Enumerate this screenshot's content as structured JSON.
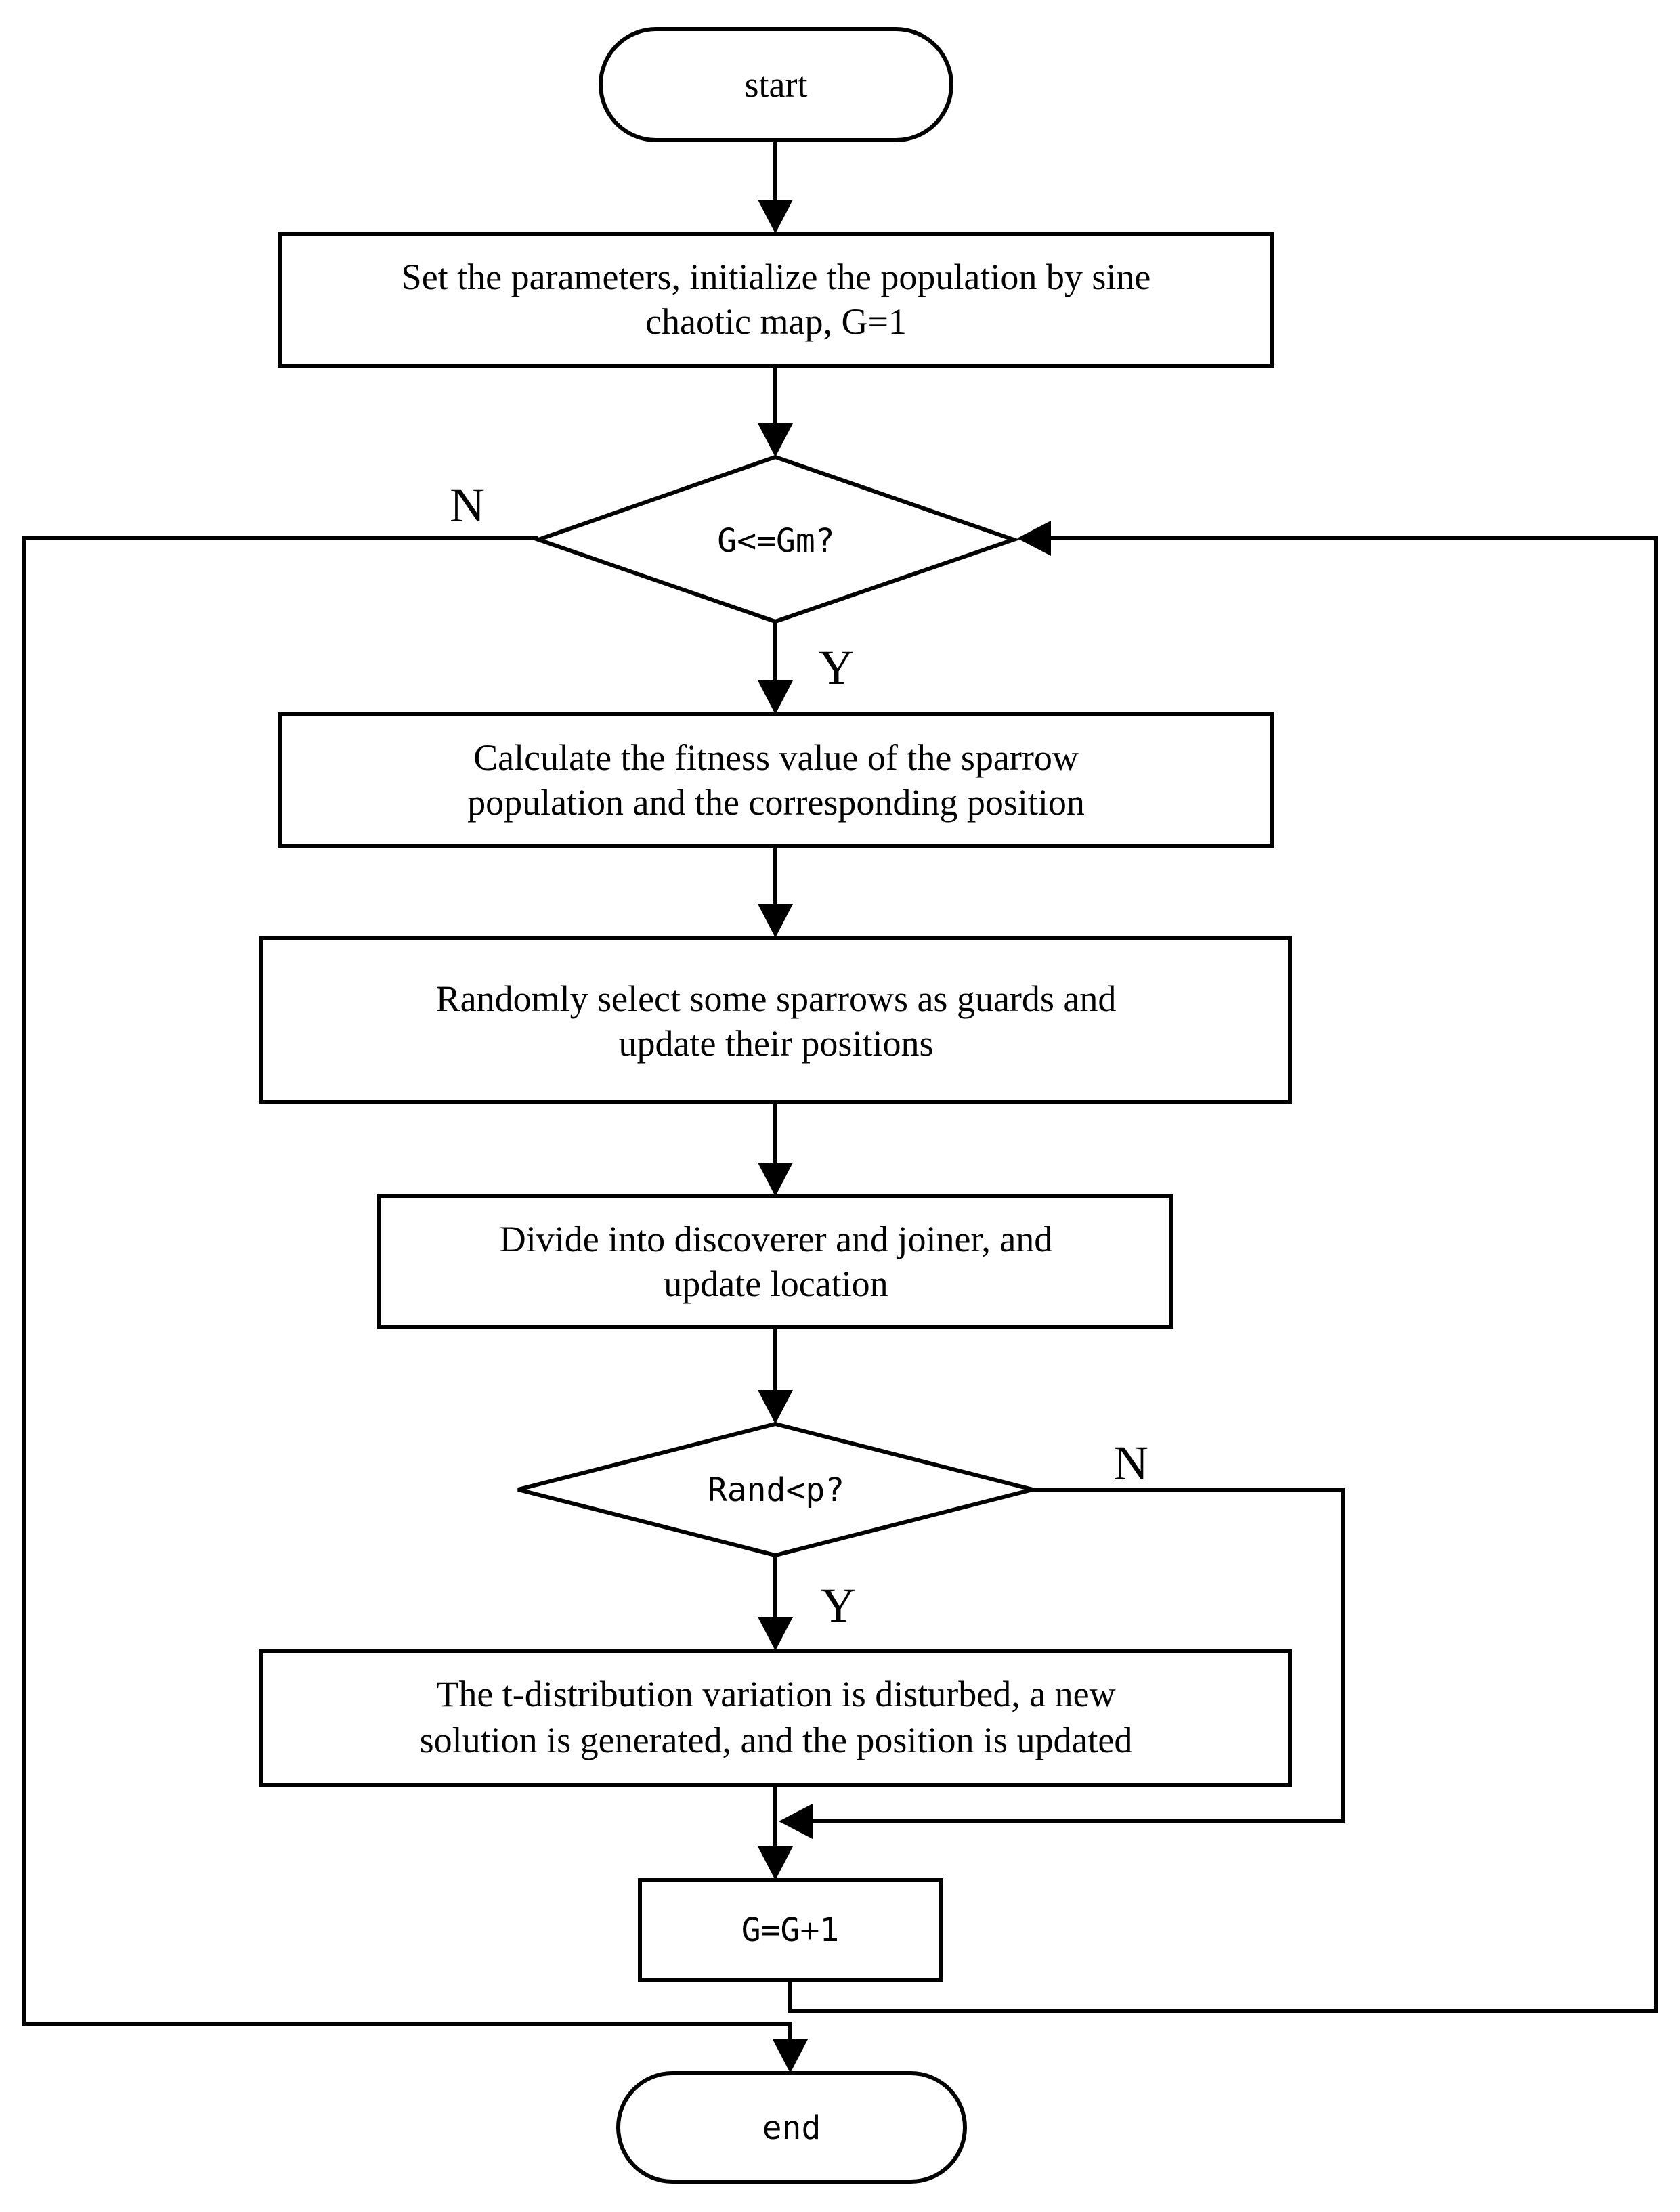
{
  "nodes": {
    "start": "start",
    "init": [
      "Set the parameters, initialize the population by sine",
      "chaotic map, G=1"
    ],
    "loop_condition": "G<=Gm?",
    "fitness": [
      "Calculate the fitness value of the sparrow",
      "population and the corresponding position"
    ],
    "guards": [
      "Randomly select some sparrows as guards and",
      "update their positions"
    ],
    "divide": [
      "Divide into discoverer and joiner, and",
      "update location"
    ],
    "rand_condition": "Rand<p?",
    "t_distribution": [
      "The t-distribution variation is disturbed, a new",
      "solution is generated, and the position is updated"
    ],
    "increment": "G=G+1",
    "end": "end"
  },
  "branch_labels": {
    "loop_no": "N",
    "loop_yes": "Y",
    "rand_no": "N",
    "rand_yes": "Y"
  }
}
